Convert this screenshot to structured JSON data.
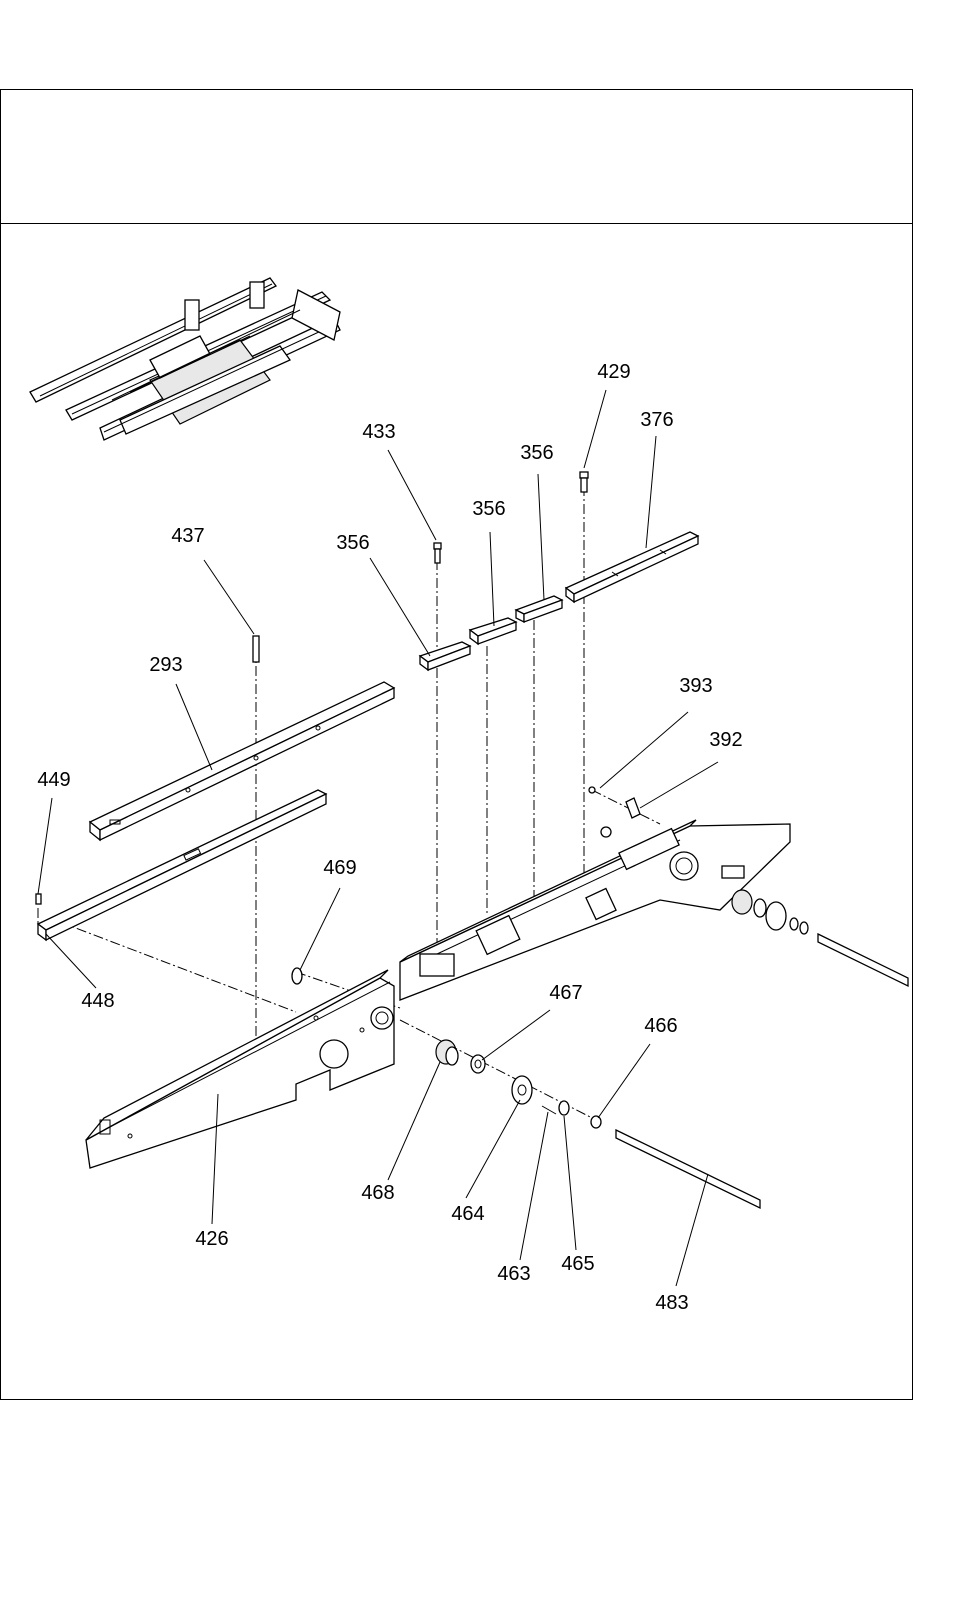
{
  "diagram": {
    "callouts": {
      "c437": "437",
      "c433": "433",
      "c429": "429",
      "c376": "376",
      "c356a": "356",
      "c356b": "356",
      "c356c": "356",
      "c293": "293",
      "c449": "449",
      "c448": "448",
      "c393": "393",
      "c392": "392",
      "c469": "469",
      "c467": "467",
      "c466": "466",
      "c468": "468",
      "c464": "464",
      "c463": "463",
      "c465": "465",
      "c426": "426",
      "c483": "483"
    }
  }
}
